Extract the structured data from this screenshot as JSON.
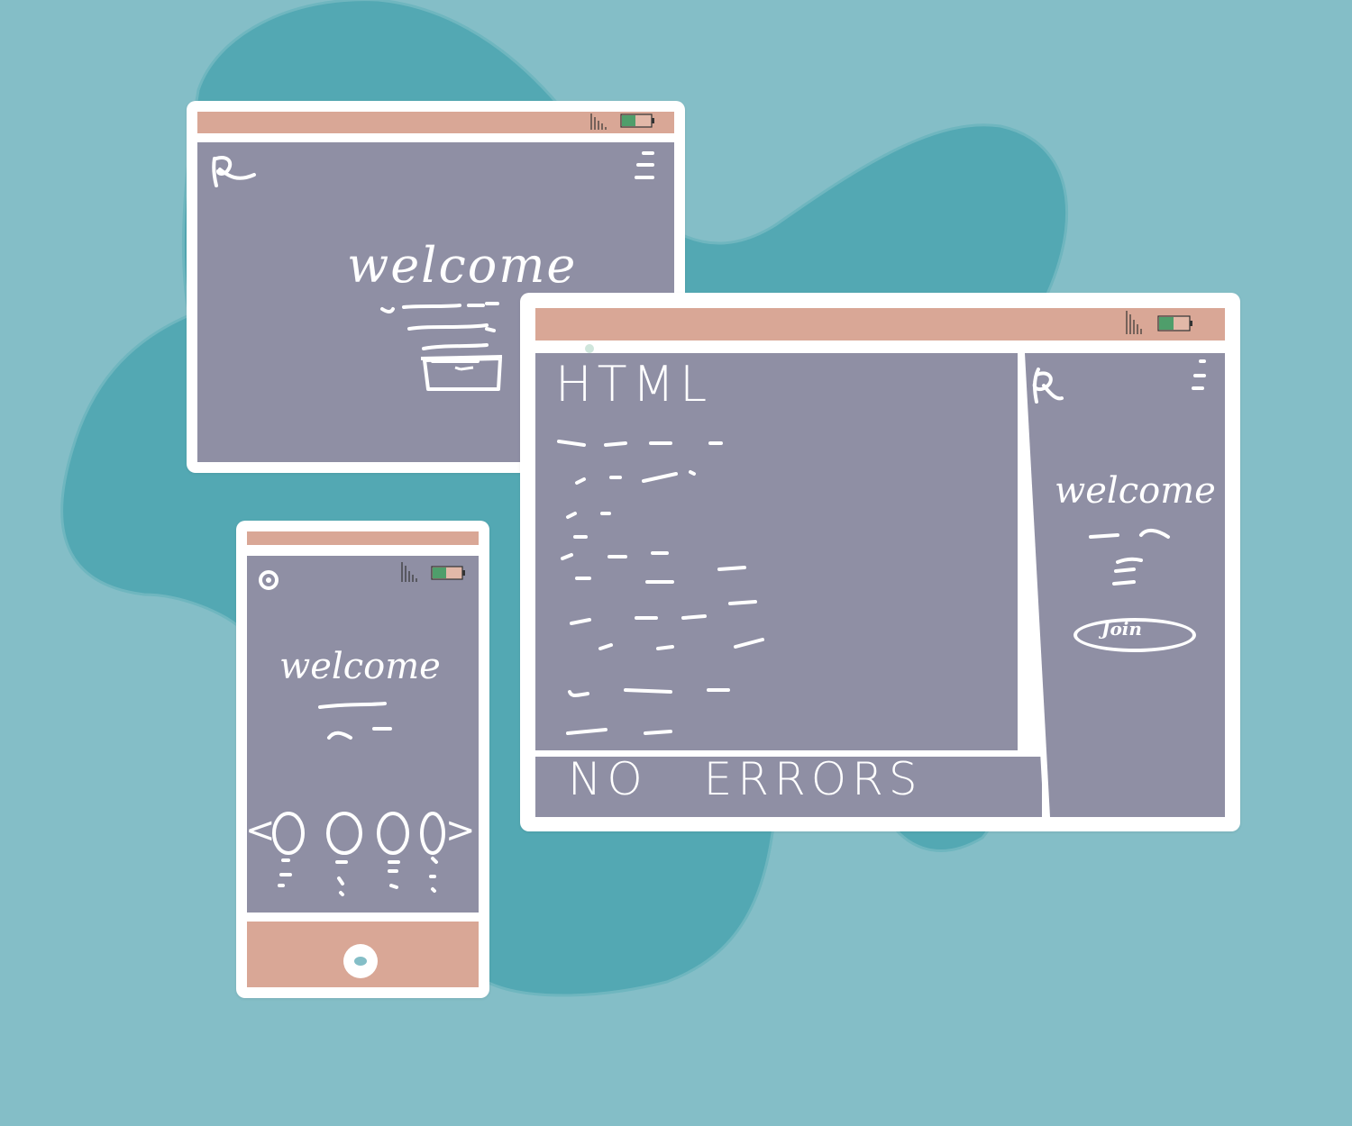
{
  "colors": {
    "background": "#84bec7",
    "blob": "#53a8b3",
    "frame": "#ffffff",
    "status_bar": "#d9a796",
    "screen": "#8f8fa4",
    "battery_charge": "#4f9e6b"
  },
  "laptop": {
    "headline": "welcome",
    "icons": [
      "signal-icon",
      "battery-icon",
      "logo-icon",
      "menu-icon"
    ]
  },
  "monitor": {
    "code_title": "HTML",
    "console_text": "NO ERRORS",
    "preview": {
      "headline": "welcome",
      "button_label": "Join"
    },
    "icons": [
      "signal-icon",
      "battery-icon",
      "logo-icon",
      "menu-icon"
    ]
  },
  "phone": {
    "headline": "welcome",
    "carousel": {
      "prev_arrow": "<",
      "next_arrow": ">",
      "items": 4
    },
    "icons": [
      "signal-icon",
      "battery-icon",
      "logo-icon",
      "home-button-icon"
    ]
  }
}
